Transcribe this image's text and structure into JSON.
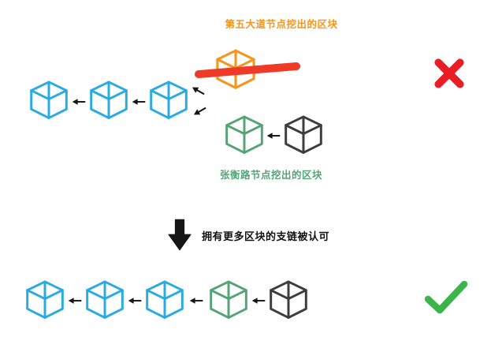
{
  "colors": {
    "blue": "#29abe2",
    "orange": "#f7941e",
    "green": "#55a376",
    "dark": "#3d3d3d",
    "red": "#ea1c24",
    "strike": "#ee3a27",
    "check": "#3bb54a",
    "black": "#161616",
    "caption": "#111111"
  },
  "top_branch": {
    "orange_label": "第五大道节点挖出的区块",
    "green_label": "张衡路节点挖出的区块",
    "main_chain_blue_blocks": 3,
    "orange_block_crossed_out": true,
    "verdict_icon": "red-cross"
  },
  "transition": {
    "caption": "拥有更多区块的支链被认可"
  },
  "bottom_chain": {
    "blocks": [
      "blue",
      "blue",
      "blue",
      "green",
      "dark"
    ],
    "verdict_icon": "green-check"
  }
}
